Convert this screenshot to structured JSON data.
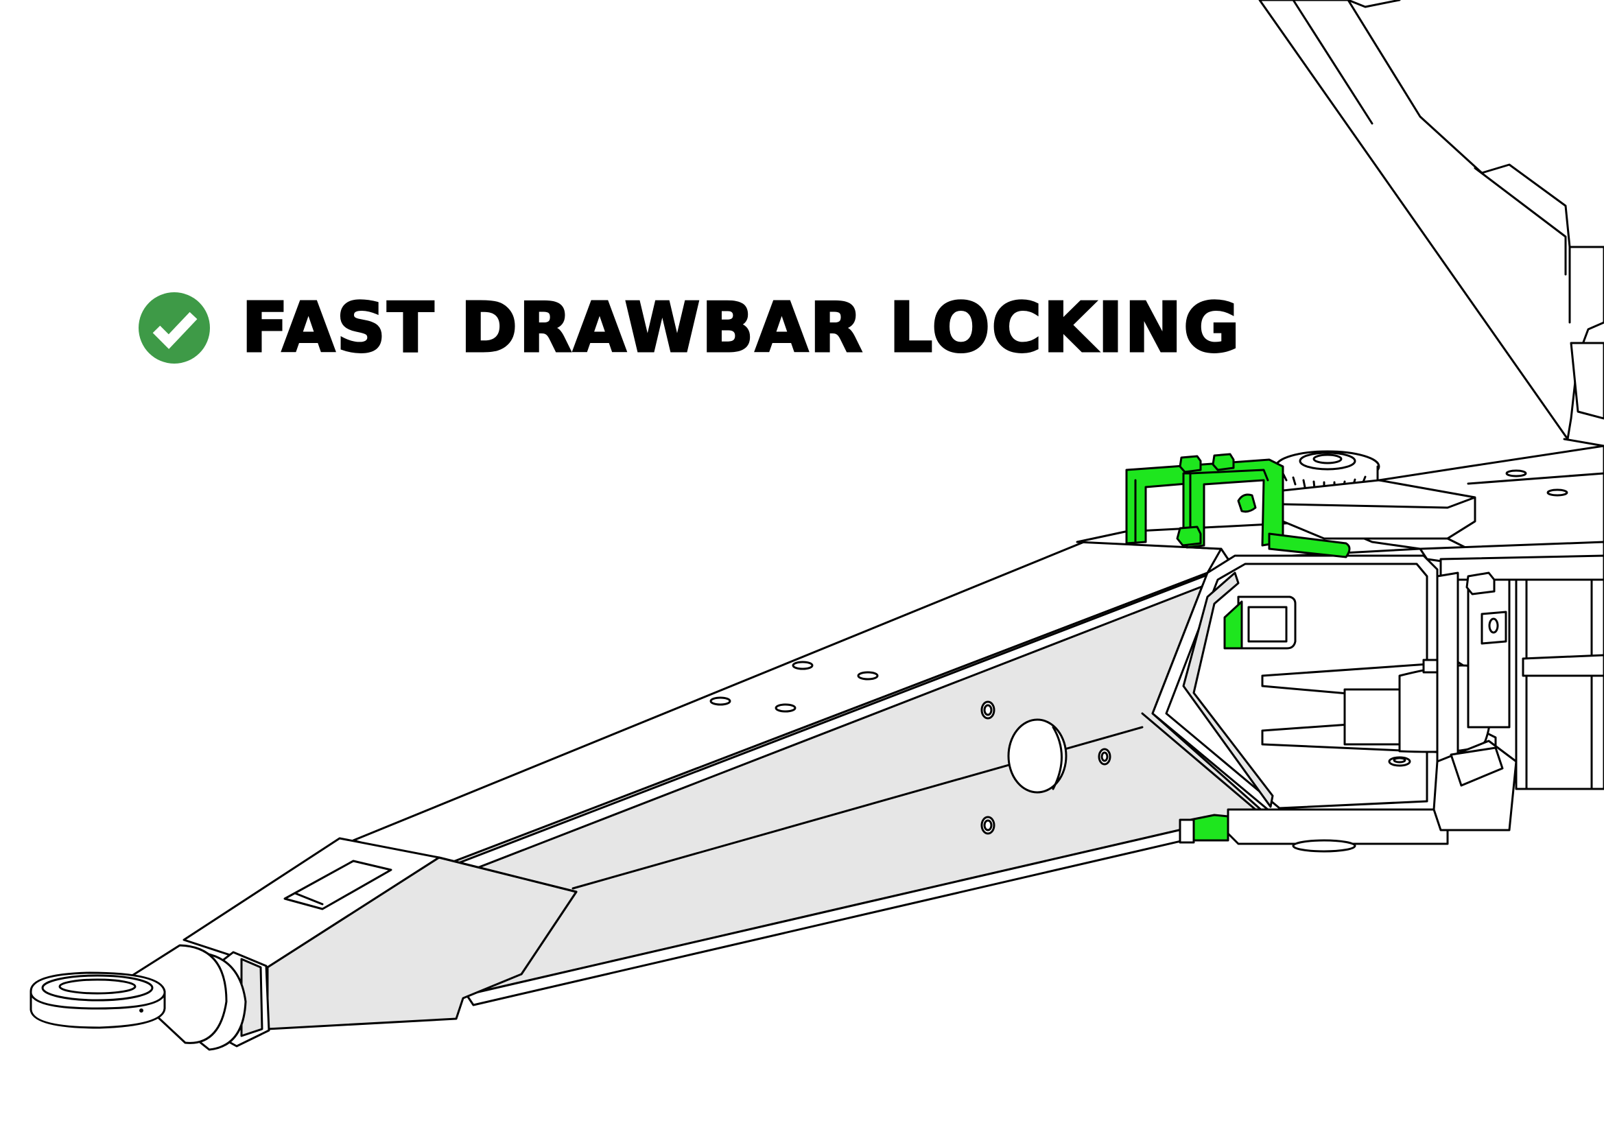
{
  "headline": {
    "text": "FAST DRAWBAR LOCKING",
    "icon": "check-circle-icon"
  },
  "colors": {
    "check_badge": "#3e9a47",
    "check_mark": "#ffffff",
    "highlight_part": "#1ee61e",
    "line": "#000000",
    "fill_light": "#ffffff",
    "fill_shade": "#e6e6e6",
    "background": "#ffffff"
  },
  "illustration": {
    "subject": "drawbar-assembly",
    "highlighted_parts": [
      "locking-bracket",
      "locking-pin",
      "lower-latch",
      "side-latch"
    ]
  }
}
